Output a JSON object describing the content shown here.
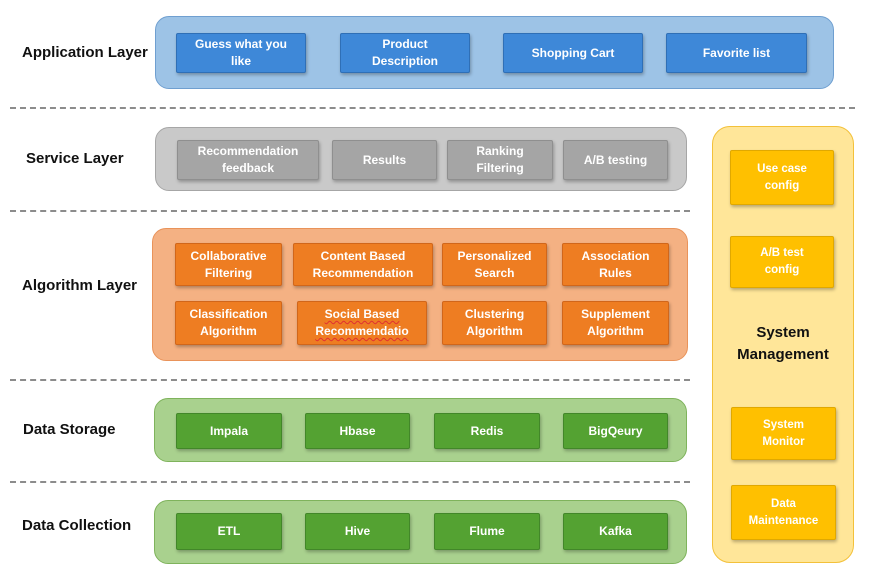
{
  "layers": {
    "application": {
      "label": "Application Layer",
      "boxes": [
        "Guess what you\nlike",
        "Product\nDescription",
        "Shopping Cart",
        "Favorite list"
      ]
    },
    "service": {
      "label": "Service Layer",
      "boxes": [
        "Recommendation\nfeedback",
        "Results",
        "Ranking\nFiltering",
        "A/B testing"
      ]
    },
    "algorithm": {
      "label": "Algorithm Layer",
      "boxes": [
        "Collaborative\nFiltering",
        "Content Based\nRecommendation",
        "Personalized\nSearch",
        "Association\nRules",
        "Classification\nAlgorithm",
        "Social Based\nRecommendatio",
        "Clustering\nAlgorithm",
        "Supplement\nAlgorithm"
      ]
    },
    "storage": {
      "label": "Data Storage",
      "boxes": [
        "Impala",
        "Hbase",
        "Redis",
        "BigQeury"
      ]
    },
    "collection": {
      "label": "Data Collection",
      "boxes": [
        "ETL",
        "Hive",
        "Flume",
        "Kafka"
      ]
    }
  },
  "system_management": {
    "label": "System\nManagement",
    "boxes": [
      "Use case\nconfig",
      "A/B test\nconfig",
      "System\nMonitor",
      "Data\nMaintenance"
    ]
  },
  "colors": {
    "application": "#3e88d8",
    "service": "#a5a5a5",
    "algorithm": "#ee7d22",
    "storage": "#54a232",
    "collection": "#54a232",
    "system": "#ffc000"
  }
}
